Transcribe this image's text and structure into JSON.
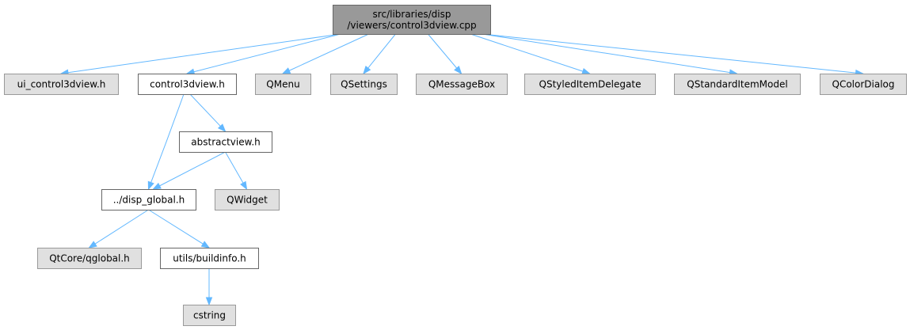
{
  "colors": {
    "root_fill": "#999999",
    "documented_fill": "#ffffff",
    "external_fill": "#e0e0e0",
    "border_dark": "#666666",
    "border_light": "#999999",
    "edge": "#63b8ff"
  },
  "nodes": [
    {
      "id": "root",
      "lines": [
        "src/libraries/disp",
        "/viewers/control3dview.cpp"
      ],
      "kind": "root"
    },
    {
      "id": "ui_control3dview",
      "lines": [
        "ui_control3dview.h"
      ],
      "kind": "ext"
    },
    {
      "id": "control3dview_h",
      "lines": [
        "control3dview.h"
      ],
      "kind": "doc"
    },
    {
      "id": "qmenu",
      "lines": [
        "QMenu"
      ],
      "kind": "ext"
    },
    {
      "id": "qsettings",
      "lines": [
        "QSettings"
      ],
      "kind": "ext"
    },
    {
      "id": "qmessagebox",
      "lines": [
        "QMessageBox"
      ],
      "kind": "ext"
    },
    {
      "id": "qstyleditemdelegate",
      "lines": [
        "QStyledItemDelegate"
      ],
      "kind": "ext"
    },
    {
      "id": "qstandarditemmodel",
      "lines": [
        "QStandardItemModel"
      ],
      "kind": "ext"
    },
    {
      "id": "qcolordialog",
      "lines": [
        "QColorDialog"
      ],
      "kind": "ext"
    },
    {
      "id": "abstractview_h",
      "lines": [
        "abstractview.h"
      ],
      "kind": "doc"
    },
    {
      "id": "disp_global_h",
      "lines": [
        "../disp_global.h"
      ],
      "kind": "doc"
    },
    {
      "id": "qwidget",
      "lines": [
        "QWidget"
      ],
      "kind": "ext"
    },
    {
      "id": "qtcore_qglobal",
      "lines": [
        "QtCore/qglobal.h"
      ],
      "kind": "ext"
    },
    {
      "id": "buildinfo_h",
      "lines": [
        "utils/buildinfo.h"
      ],
      "kind": "doc"
    },
    {
      "id": "cstring",
      "lines": [
        "cstring"
      ],
      "kind": "ext"
    }
  ],
  "edges": [
    {
      "from": "root",
      "to": "ui_control3dview"
    },
    {
      "from": "root",
      "to": "control3dview_h"
    },
    {
      "from": "root",
      "to": "qmenu"
    },
    {
      "from": "root",
      "to": "qsettings"
    },
    {
      "from": "root",
      "to": "qmessagebox"
    },
    {
      "from": "root",
      "to": "qstyleditemdelegate"
    },
    {
      "from": "root",
      "to": "qstandarditemmodel"
    },
    {
      "from": "root",
      "to": "qcolordialog"
    },
    {
      "from": "control3dview_h",
      "to": "abstractview_h"
    },
    {
      "from": "control3dview_h",
      "to": "disp_global_h"
    },
    {
      "from": "abstractview_h",
      "to": "disp_global_h"
    },
    {
      "from": "abstractview_h",
      "to": "qwidget"
    },
    {
      "from": "disp_global_h",
      "to": "qtcore_qglobal"
    },
    {
      "from": "disp_global_h",
      "to": "buildinfo_h"
    },
    {
      "from": "buildinfo_h",
      "to": "cstring"
    }
  ]
}
